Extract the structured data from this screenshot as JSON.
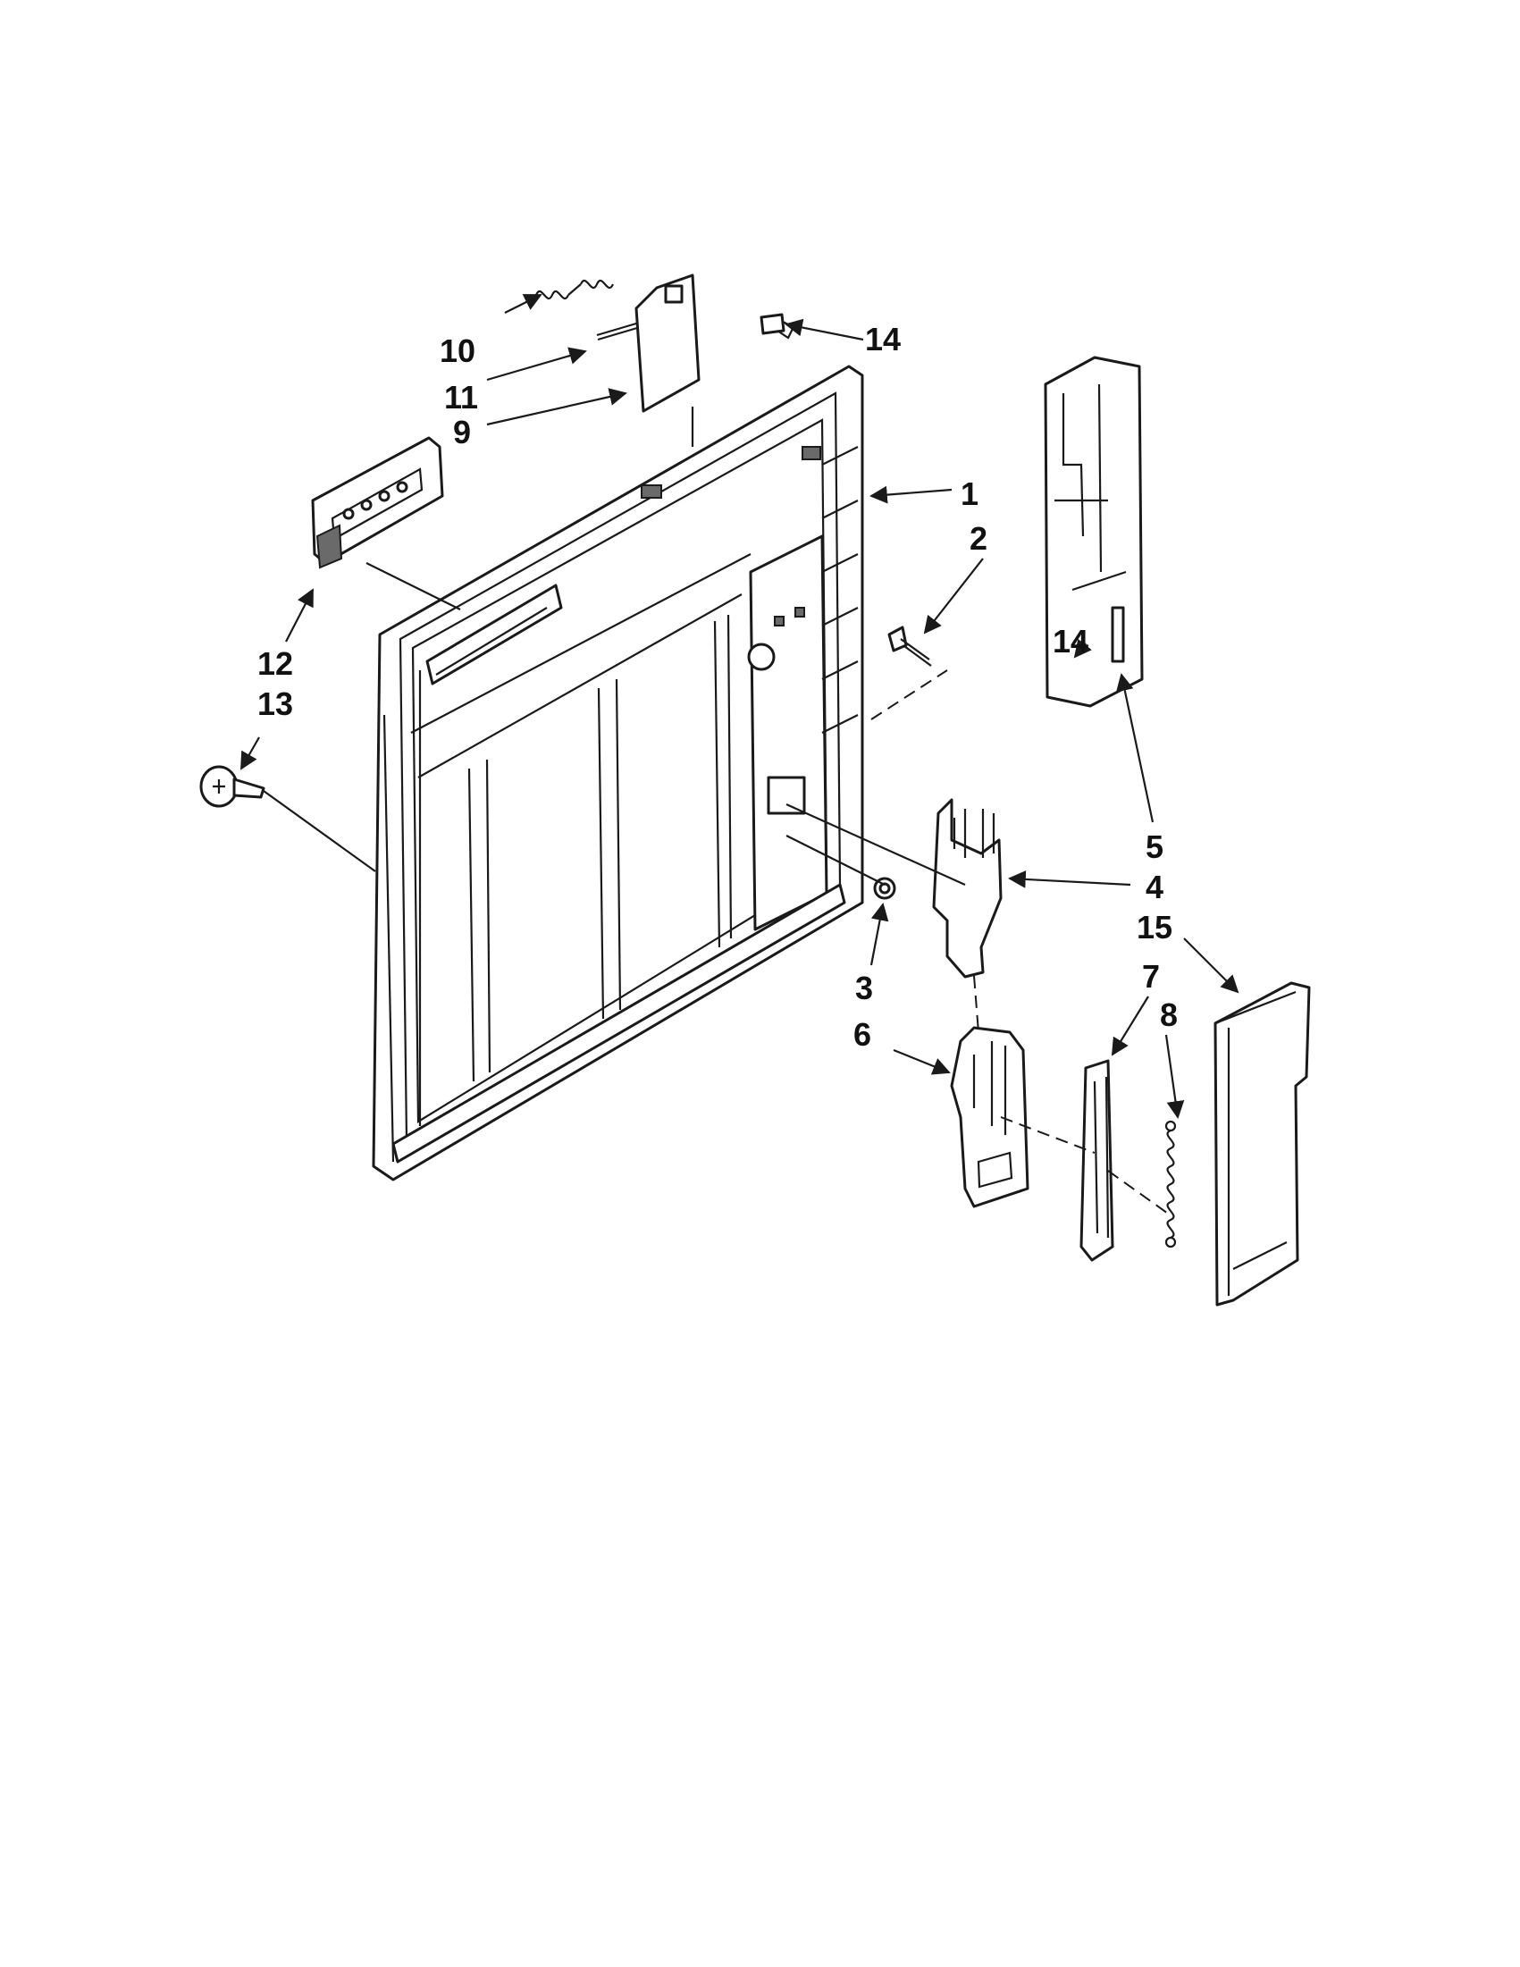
{
  "callouts": {
    "c1": "1",
    "c2": "2",
    "c3": "3",
    "c4": "4",
    "c5": "5",
    "c6": "6",
    "c7": "7",
    "c8": "8",
    "c9": "9",
    "c10": "10",
    "c11": "11",
    "c12": "12",
    "c13": "13",
    "c14a": "14",
    "c14b": "14",
    "c15": "15"
  },
  "colors": {
    "line": "#1a1a1a",
    "shade": "#6a6a6a",
    "background": "#ffffff"
  }
}
